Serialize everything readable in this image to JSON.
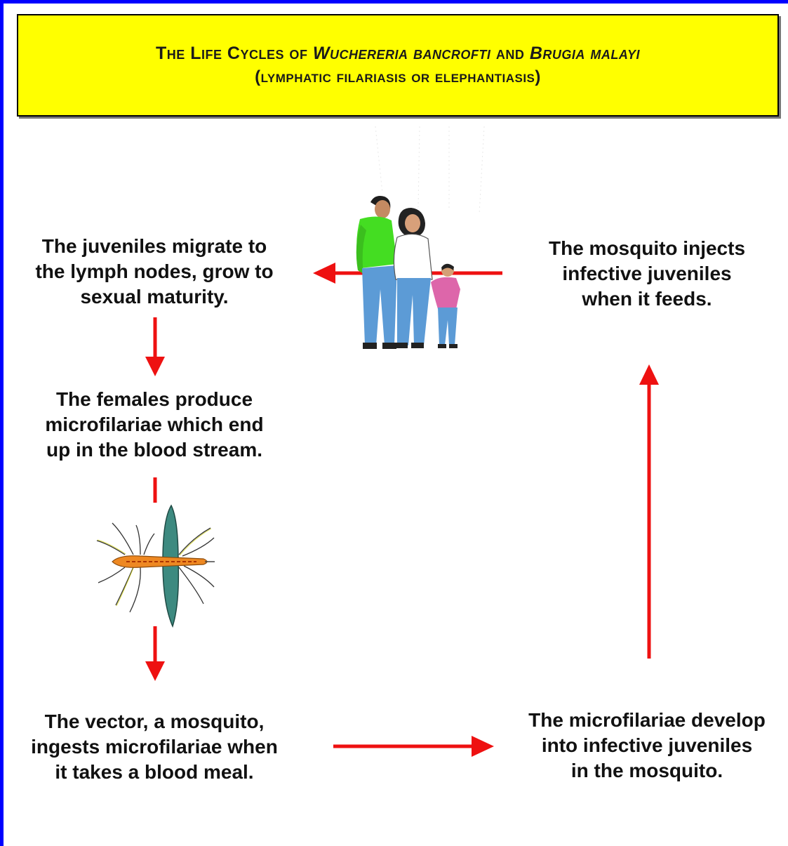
{
  "title": {
    "line1_prefix": "The Life Cycles of ",
    "line1_species1": "Wuchereria bancrofti",
    "line1_and": " and ",
    "line1_species2": "Brugia malayi",
    "line2": "(lymphatic filariasis or elephantiasis)"
  },
  "steps": [
    {
      "lines": [
        "The juveniles migrate to",
        "the lymph nodes, grow to",
        "sexual maturity."
      ]
    },
    {
      "lines": [
        "The females produce",
        "microfilariae which end",
        "up in the blood stream."
      ]
    },
    {
      "lines": [
        "The vector, a mosquito,",
        "ingests microfilariae when",
        "it takes a blood meal."
      ]
    },
    {
      "lines": [
        "The microfilariae develop",
        "into infective juveniles",
        "in the mosquito."
      ]
    },
    {
      "lines": [
        "The mosquito injects",
        "infective juveniles",
        "when it feeds."
      ]
    }
  ],
  "colors": {
    "arrow": "#ee1111",
    "title_background": "#ffff00",
    "frame": "#0000ff",
    "shirt_man": "#44dd22",
    "shirt_woman": "#ffffff",
    "shirt_child": "#dd66aa",
    "jeans": "#5c9bd6",
    "mosquito_body": "#ee8822",
    "mosquito_wing": "#3d8a80"
  },
  "icons": [
    "family-illustration",
    "mosquito-illustration"
  ]
}
